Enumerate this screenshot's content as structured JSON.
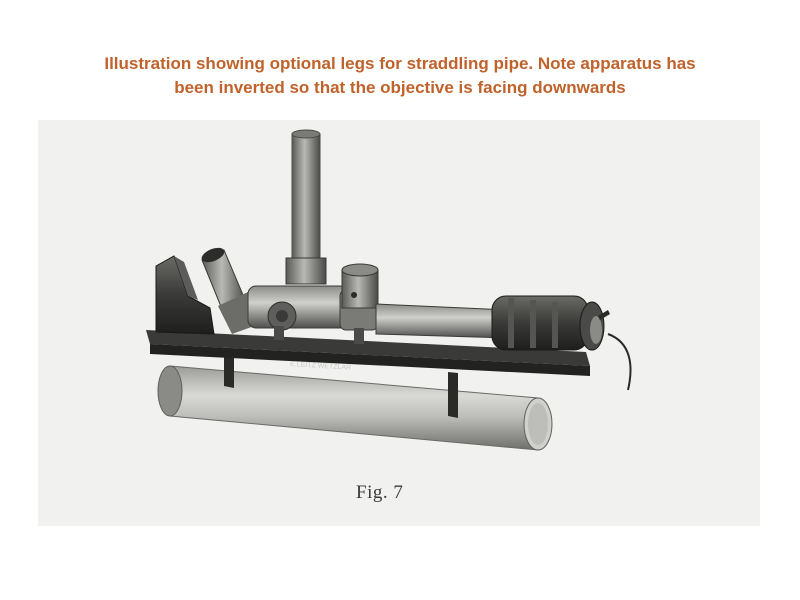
{
  "caption": {
    "text": "Illustration showing optional legs for straddling pipe. Note apparatus has been inverted so that the objective is facing downwards"
  },
  "figure": {
    "label": "Fig. 7",
    "engraved_text": "E.LEITZ WETZLAR"
  },
  "colors": {
    "caption": "#c0622b",
    "plate_background": "#f1f1ef"
  }
}
